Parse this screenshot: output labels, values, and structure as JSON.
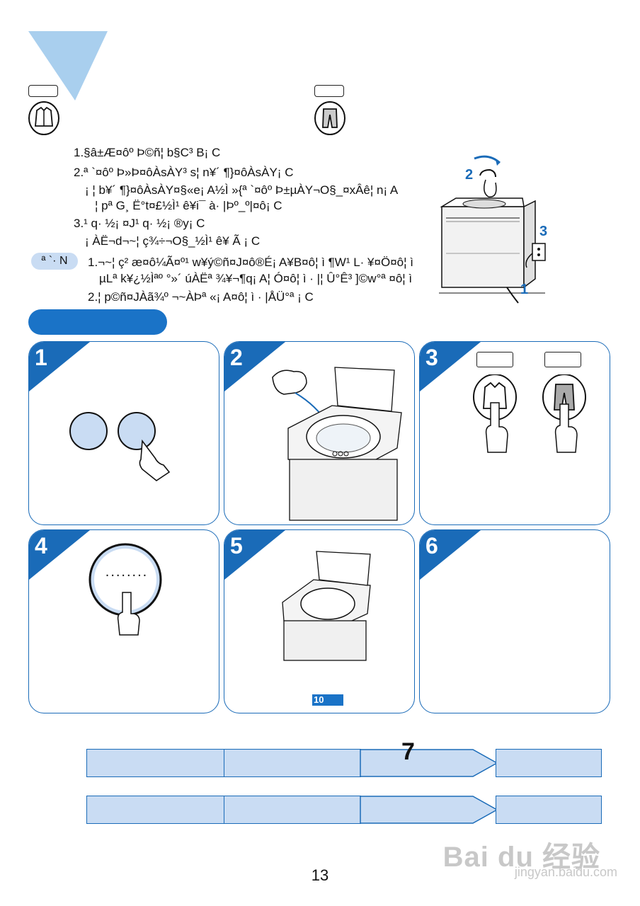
{
  "header": {
    "mode_left_icon": "shirt-icon",
    "mode_right_icon": "trousers-icon"
  },
  "instructions": {
    "line1": "1.§â±Æ¤ôº Þ©ñ¦ b§C³ B¡ C",
    "line2": "2.ª `¤ôº Þ»Þ¤ôÀsÀY³ s¦ n¥´ ¶}¤ôÀsÀY¡ C",
    "line2a": "¡ ¦ b¥´ ¶}¤ôÀsÀY¤§«e¡ A½Ì »{ª `¤ôº Þ±µÀY¬O§_¤xÂê¦ n¡ A",
    "line2b": "¦ pª G¸ Ë°t¤£½Ì¹ ê¥i¯ à· |Þº_º|¤ô¡ C",
    "line3": "3.¹ q· ½¡ ¤J¹ q· ½¡ ®y¡ C",
    "line3a": "¡ ÀË¬d¬~¦ ç¾÷¬O§_½Ì¹ ê¥­ Ã­ ¡ C"
  },
  "note": {
    "badge": "ª `· N",
    "line1": "1.¬~¦ ç² æ¤ô¼Ã¤º¹ w¥ý©ñ¤J¤ô®É¡ A¥B¤ô¦ ì ¶W¹ L· ¥¤Ö¤ô¦ ì",
    "line1b": "µLª k¥¿½Ìªº °»´ úÀËª ¾¥¬¶q¡ A¦ Ó¤ô¦ ì · |¦ Û°Ê³ ]©w°ª ¤ô¦ ì",
    "line2": "2.¦ p©ñ¤JÀã¾º ¬~ÀÞª «¡ A¤ô¦ ì · |ÅÜ°ª ¡ C"
  },
  "illustration_labels": {
    "num1": "1",
    "num2": "2",
    "num3": "3"
  },
  "panels": [
    {
      "number": "1"
    },
    {
      "number": "2"
    },
    {
      "number": "3"
    },
    {
      "number": "4"
    },
    {
      "number": "5",
      "badge": "10"
    },
    {
      "number": "6"
    }
  ],
  "panel4_display": "........",
  "flow": {
    "step_label": "7"
  },
  "colors": {
    "accent": "#1a6bb8",
    "light_blue": "#c9dcf3",
    "triangle": "#a9cfee"
  },
  "page_number": "13",
  "watermark": {
    "logo": "Bai du 经验",
    "url": "jingyan.baidu.com"
  }
}
